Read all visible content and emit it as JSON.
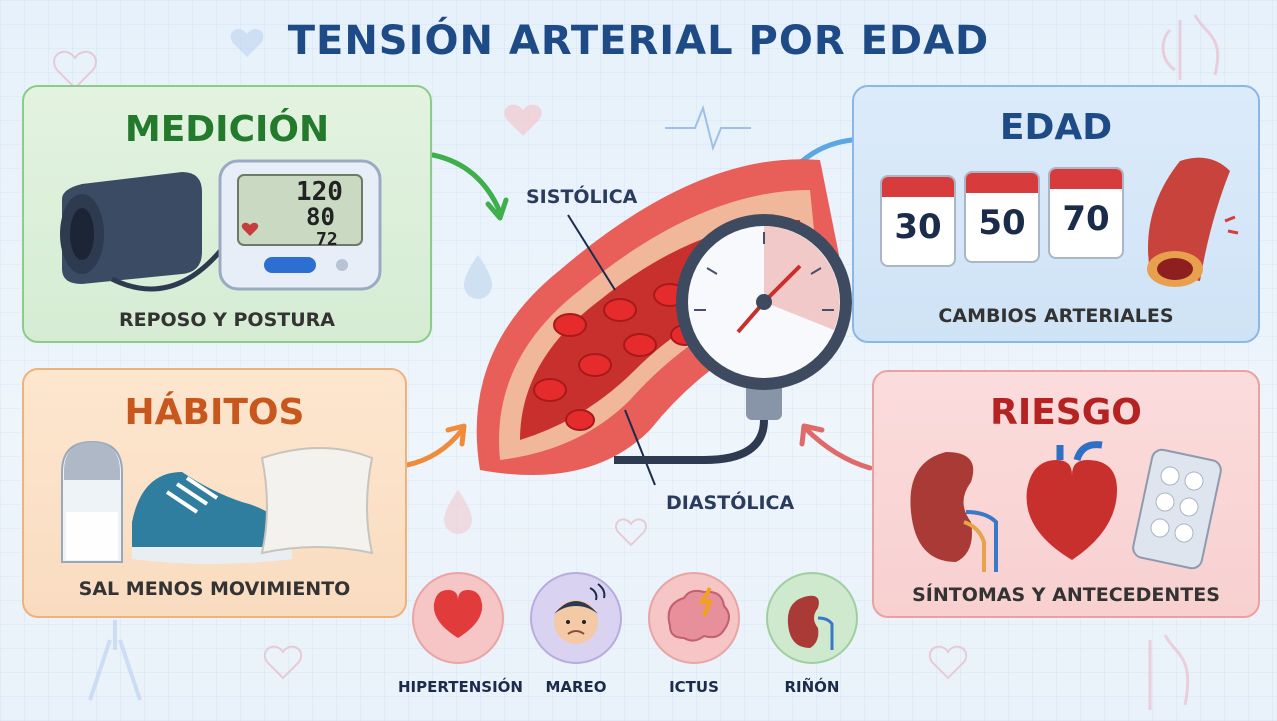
{
  "title": "TENSIÓN ARTERIAL POR EDAD",
  "panels": {
    "medicion": {
      "heading": "MEDICIÓN",
      "caption": "REPOSO Y POSTURA",
      "monitor": [
        "120",
        "80",
        "72"
      ]
    },
    "habitos": {
      "heading": "HÁBITOS",
      "caption": "SAL MENOS MOVIMIENTO"
    },
    "edad": {
      "heading": "EDAD",
      "caption": "CAMBIOS ARTERIALES",
      "ages": [
        "30",
        "50",
        "70"
      ]
    },
    "riesgo": {
      "heading": "RIESGO",
      "caption": "SÍNTOMAS Y ANTECEDENTES"
    }
  },
  "center": {
    "systolic_label": "SISTÓLICA",
    "diastolic_label": "DIASTÓLICA"
  },
  "complications": [
    {
      "label": "HIPERTENSIÓN",
      "icon": "heart-icon",
      "color": "#f6c5c5"
    },
    {
      "label": "MAREO",
      "icon": "dizzy-face-icon",
      "color": "#d9d2f0"
    },
    {
      "label": "ICTUS",
      "icon": "brain-icon",
      "color": "#f6c5c5"
    },
    {
      "label": "RIÑÓN",
      "icon": "kidney-icon",
      "color": "#cfe9cf"
    }
  ],
  "colors": {
    "title": "#1e4a86",
    "medicion": "#247a2c",
    "habitos": "#c7571c",
    "edad": "#1e4a86",
    "riesgo": "#b52222"
  }
}
